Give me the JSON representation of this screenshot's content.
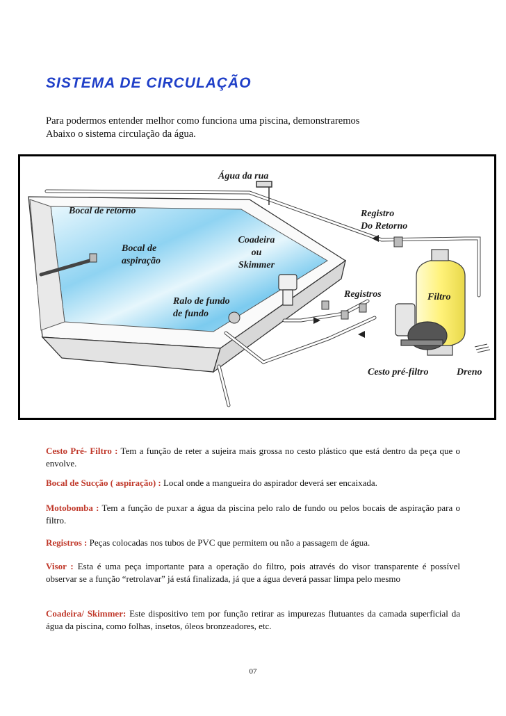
{
  "title": "SISTEMA DE CIRCULAÇÃO",
  "intro": {
    "line1": "Para podermos entender melhor como funciona uma piscina, demonstraremos",
    "line2": "Abaixo o sistema circulação da água."
  },
  "diagram": {
    "agua_da_rua": "Água da  rua",
    "bocal_retorno": "Bocal de retorno",
    "registro_retorno_1": "Registro",
    "registro_retorno_2": "Do Retorno",
    "coadeira_1": "Coadeira",
    "coadeira_2": "ou",
    "coadeira_3": "Skimmer",
    "bocal_aspiracao_1": "Bocal de",
    "bocal_aspiracao_2": "aspiração",
    "registros": "Registros",
    "filtro": "Filtro",
    "ralo_1": "Ralo de fundo",
    "ralo_2": "de fundo",
    "cesto_pre_filtro": "Cesto pré-filtro",
    "dreno": "Dreno"
  },
  "definitions": [
    {
      "term": "Cesto Pré- Filtro :",
      "text": "  Tem a função de reter a sujeira mais grossa no cesto  plástico que está dentro da peça que o envolve."
    },
    {
      "term": "Bocal de Sucção (  aspiração) :",
      "text": "  Local onde a mangueira do aspirador deverá  ser encaixada."
    },
    {
      "term": "Motobomba :",
      "text": "  Tem a função de puxar a água da piscina pelo ralo de fundo ou pelos bocais de aspiração para o filtro."
    },
    {
      "term": "Registros :",
      "text": "  Peças colocadas nos tubos de PVC que permitem ou não a passagem de água."
    },
    {
      "term": " Visor :",
      "text": "  Esta é uma peça importante para  a operação do filtro, pois através do visor transparente é possível observar se a função “retrolavar” já está finalizada, já que a água deverá passar limpa pelo mesmo"
    },
    {
      "term": "Coadeira/ Skimmer:",
      "text": " Este dispositivo tem por função retirar as impurezas flutuantes da camada superficial da água da piscina, como folhas, insetos, óleos bronzeadores, etc."
    }
  ],
  "page_number": "07",
  "colors": {
    "title": "#1f3fc8",
    "term": "#c0392b",
    "water": "#bfe6f7",
    "filter": "#fff59a"
  }
}
